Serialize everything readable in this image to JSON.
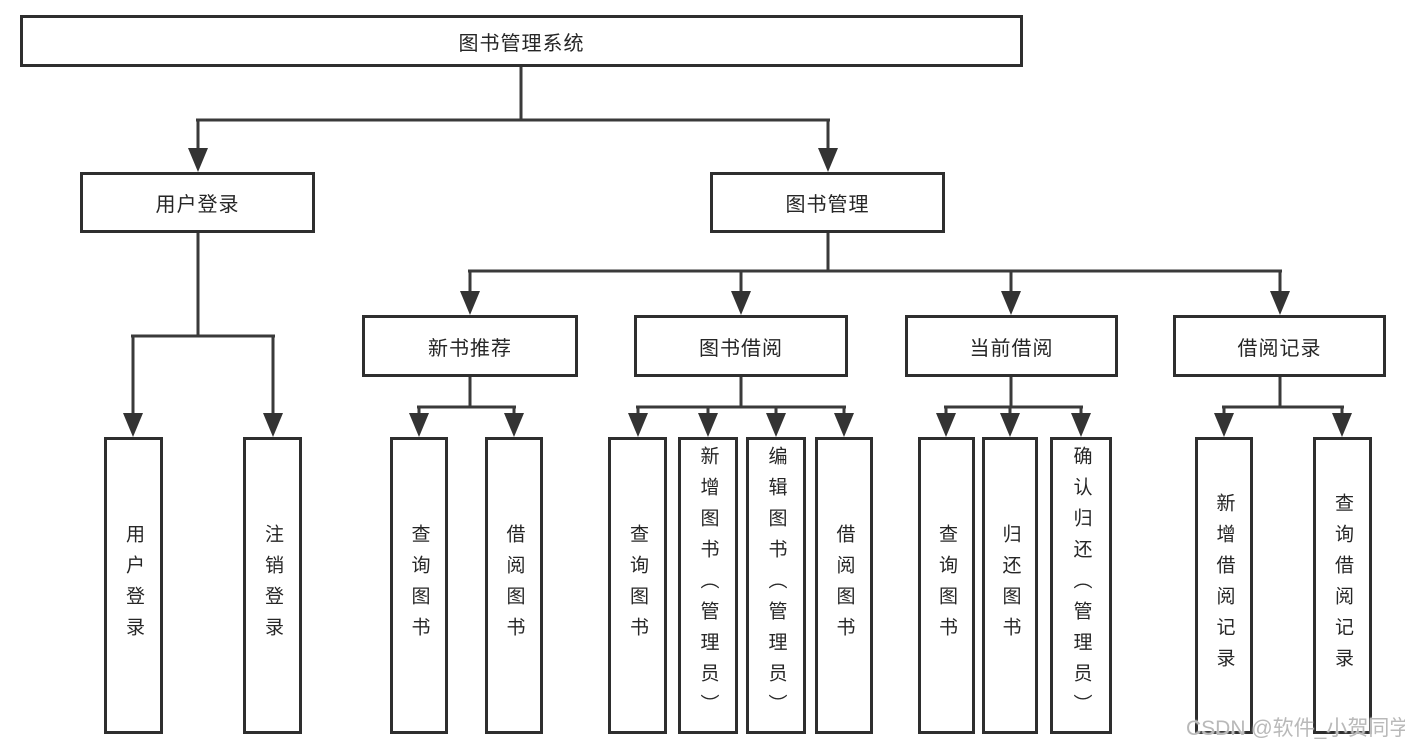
{
  "tree": {
    "label": "图书管理系统",
    "children": [
      {
        "label": "用户登录",
        "children": [
          {
            "label": "用户登录"
          },
          {
            "label": "注销登录"
          }
        ]
      },
      {
        "label": "图书管理",
        "children": [
          {
            "label": "新书推荐",
            "children": [
              {
                "label": "查询图书"
              },
              {
                "label": "借阅图书"
              }
            ]
          },
          {
            "label": "图书借阅",
            "children": [
              {
                "label": "查询图书"
              },
              {
                "label": "新增图书（管理员）"
              },
              {
                "label": "编辑图书（管理员）"
              },
              {
                "label": "借阅图书"
              }
            ]
          },
          {
            "label": "当前借阅",
            "children": [
              {
                "label": "查询图书"
              },
              {
                "label": "归还图书"
              },
              {
                "label": "确认归还（管理员）"
              }
            ]
          },
          {
            "label": "借阅记录",
            "children": [
              {
                "label": "新增借阅记录"
              },
              {
                "label": "查询借阅记录"
              }
            ]
          }
        ]
      }
    ]
  },
  "watermark": "CSDN @软件_小贺同学",
  "colors": {
    "line": "#3a3a3a",
    "box_border": "#2e2e2e",
    "text": "#262626",
    "watermark": "#b9b9b9",
    "background": "#ffffff"
  }
}
